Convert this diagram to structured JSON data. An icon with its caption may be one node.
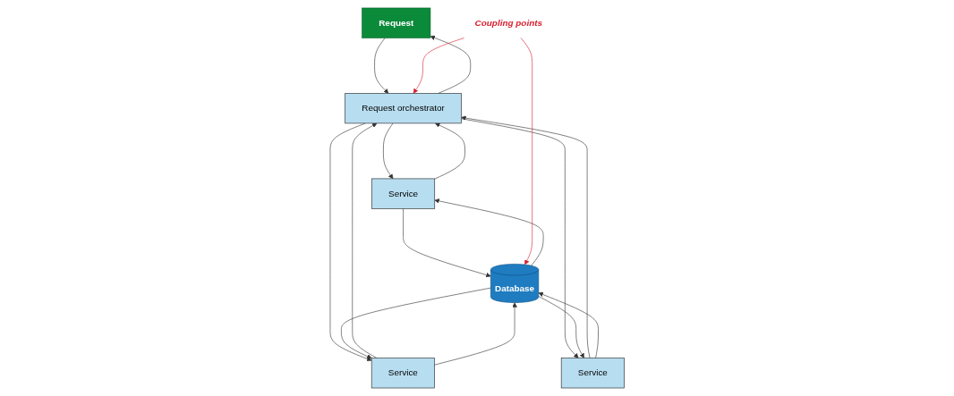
{
  "diagram": {
    "nodes": [
      {
        "text": [
          "Request"
        ]
      },
      {
        "text": [
          "Request orchestrator"
        ]
      },
      {
        "text": [
          "Service"
        ]
      },
      {
        "text": [
          "Service"
        ]
      },
      {
        "text": [
          "Service"
        ]
      },
      {
        "text": [
          "Database"
        ]
      },
      {
        "text": [
          "Coupling points"
        ]
      }
    ],
    "edges": [
      {
        "from": 0,
        "to": 1,
        "arrow": "to"
      },
      {
        "from": 1,
        "to": 0,
        "arrow": "to"
      },
      {
        "from": 1,
        "to": 2,
        "arrow": "to"
      },
      {
        "from": 2,
        "to": 1,
        "arrow": "to"
      },
      {
        "from": 1,
        "to": 3,
        "arrow": "to"
      },
      {
        "from": 3,
        "to": 1,
        "arrow": "to"
      },
      {
        "from": 1,
        "to": 4,
        "arrow": "to"
      },
      {
        "from": 4,
        "to": 1,
        "arrow": "to"
      },
      {
        "from": 2,
        "to": 5,
        "arrow": "to"
      },
      {
        "from": 5,
        "to": 2,
        "arrow": "to"
      },
      {
        "from": 3,
        "to": 5,
        "arrow": "to"
      },
      {
        "from": 5,
        "to": 3,
        "arrow": "to"
      },
      {
        "from": 4,
        "to": 5,
        "arrow": "to"
      },
      {
        "from": 5,
        "to": 4,
        "arrow": "to"
      },
      {
        "from": 6,
        "to": 1,
        "arrow": "to",
        "color": "#d71f2f"
      },
      {
        "from": 6,
        "to": 5,
        "arrow": "to",
        "color": "#d71f2f"
      }
    ]
  }
}
